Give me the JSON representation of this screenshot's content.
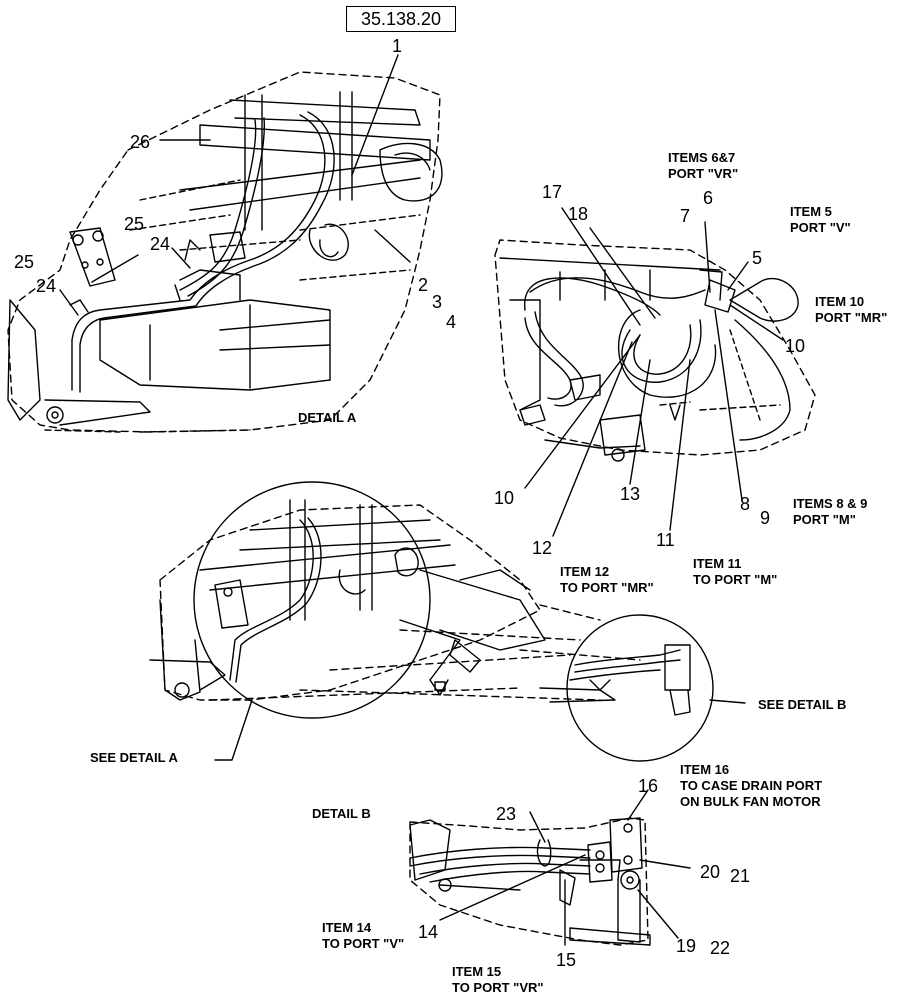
{
  "ref_number": "35.138.20",
  "callouts": {
    "n1": "1",
    "n2": "2",
    "n3": "3",
    "n4": "4",
    "n5": "5",
    "n6": "6",
    "n7": "7",
    "n8": "8",
    "n9": "9",
    "n10a": "10",
    "n10b": "10",
    "n11": "11",
    "n12": "12",
    "n13": "13",
    "n14": "14",
    "n15": "15",
    "n16": "16",
    "n17": "17",
    "n18": "18",
    "n19": "19",
    "n20": "20",
    "n21": "21",
    "n22": "22",
    "n23": "23",
    "n24a": "24",
    "n24b": "24",
    "n25a": "25",
    "n25b": "25",
    "n26": "26"
  },
  "labels": {
    "items67": [
      "ITEMS 6&7",
      "PORT \"VR\""
    ],
    "item5": [
      "ITEM 5",
      "PORT \"V\""
    ],
    "item10": [
      "ITEM 10",
      "PORT \"MR\""
    ],
    "items89": [
      "ITEMS 8 & 9",
      "PORT \"M\""
    ],
    "item12": [
      "ITEM 12",
      "TO PORT \"MR\""
    ],
    "item11": [
      "ITEM 11",
      "TO PORT \"M\""
    ],
    "item16": [
      "ITEM 16",
      "TO CASE DRAIN PORT",
      "ON BULK FAN MOTOR"
    ],
    "item14": [
      "ITEM 14",
      "TO PORT \"V\""
    ],
    "item15": [
      "ITEM 15",
      "TO PORT \"VR\""
    ]
  },
  "captions": {
    "detail_a": "DETAIL  A",
    "detail_b": "DETAIL  B",
    "see_detail_a": "SEE DETAIL  A",
    "see_detail_b": "SEE DETAIL  B"
  }
}
